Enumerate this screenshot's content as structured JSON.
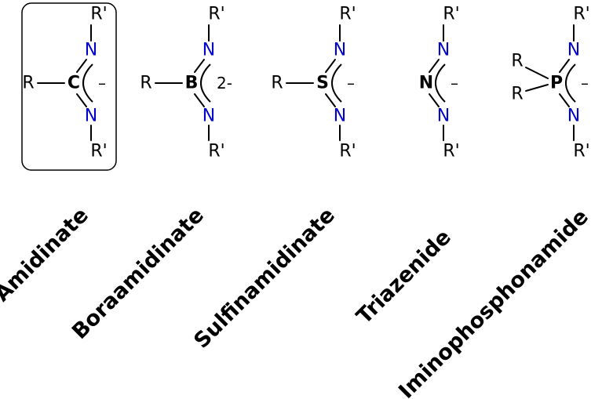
{
  "colors": {
    "nitrogen": "#0000cc",
    "text": "#000000",
    "background": "#ffffff"
  },
  "atoms": {
    "nitrogen": "N",
    "r_prime": "R'",
    "r": "R",
    "minus": "–"
  },
  "structures": [
    {
      "id": "amidinate",
      "central": "C",
      "charge": "–",
      "boxed": true,
      "substituents": [
        "R"
      ],
      "caption": "Amidinate"
    },
    {
      "id": "boraamidinate",
      "central": "B",
      "charge": "2-",
      "boxed": false,
      "substituents": [
        "R"
      ],
      "caption": "Boraamidinate"
    },
    {
      "id": "sulfinamidinate",
      "central": "S",
      "charge": "–",
      "boxed": false,
      "substituents": [
        "R"
      ],
      "caption": "Sulfinamidinate"
    },
    {
      "id": "triazenide",
      "central": "N",
      "charge": "–",
      "boxed": false,
      "substituents": [],
      "caption": "Triazenide"
    },
    {
      "id": "iminophosphonamide",
      "central": "P",
      "charge": "–",
      "boxed": false,
      "substituents": [
        "R",
        "R"
      ],
      "caption": "Iminophosphonamide"
    }
  ]
}
